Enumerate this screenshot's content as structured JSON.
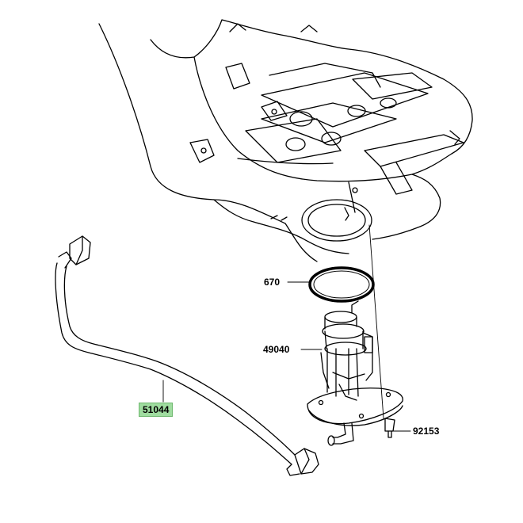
{
  "labels": {
    "oring": "670",
    "pump": "49040",
    "hose": "51044",
    "bolt": "92153"
  },
  "colors": {
    "line": "#000000",
    "highlight": "#9fdc9f"
  }
}
